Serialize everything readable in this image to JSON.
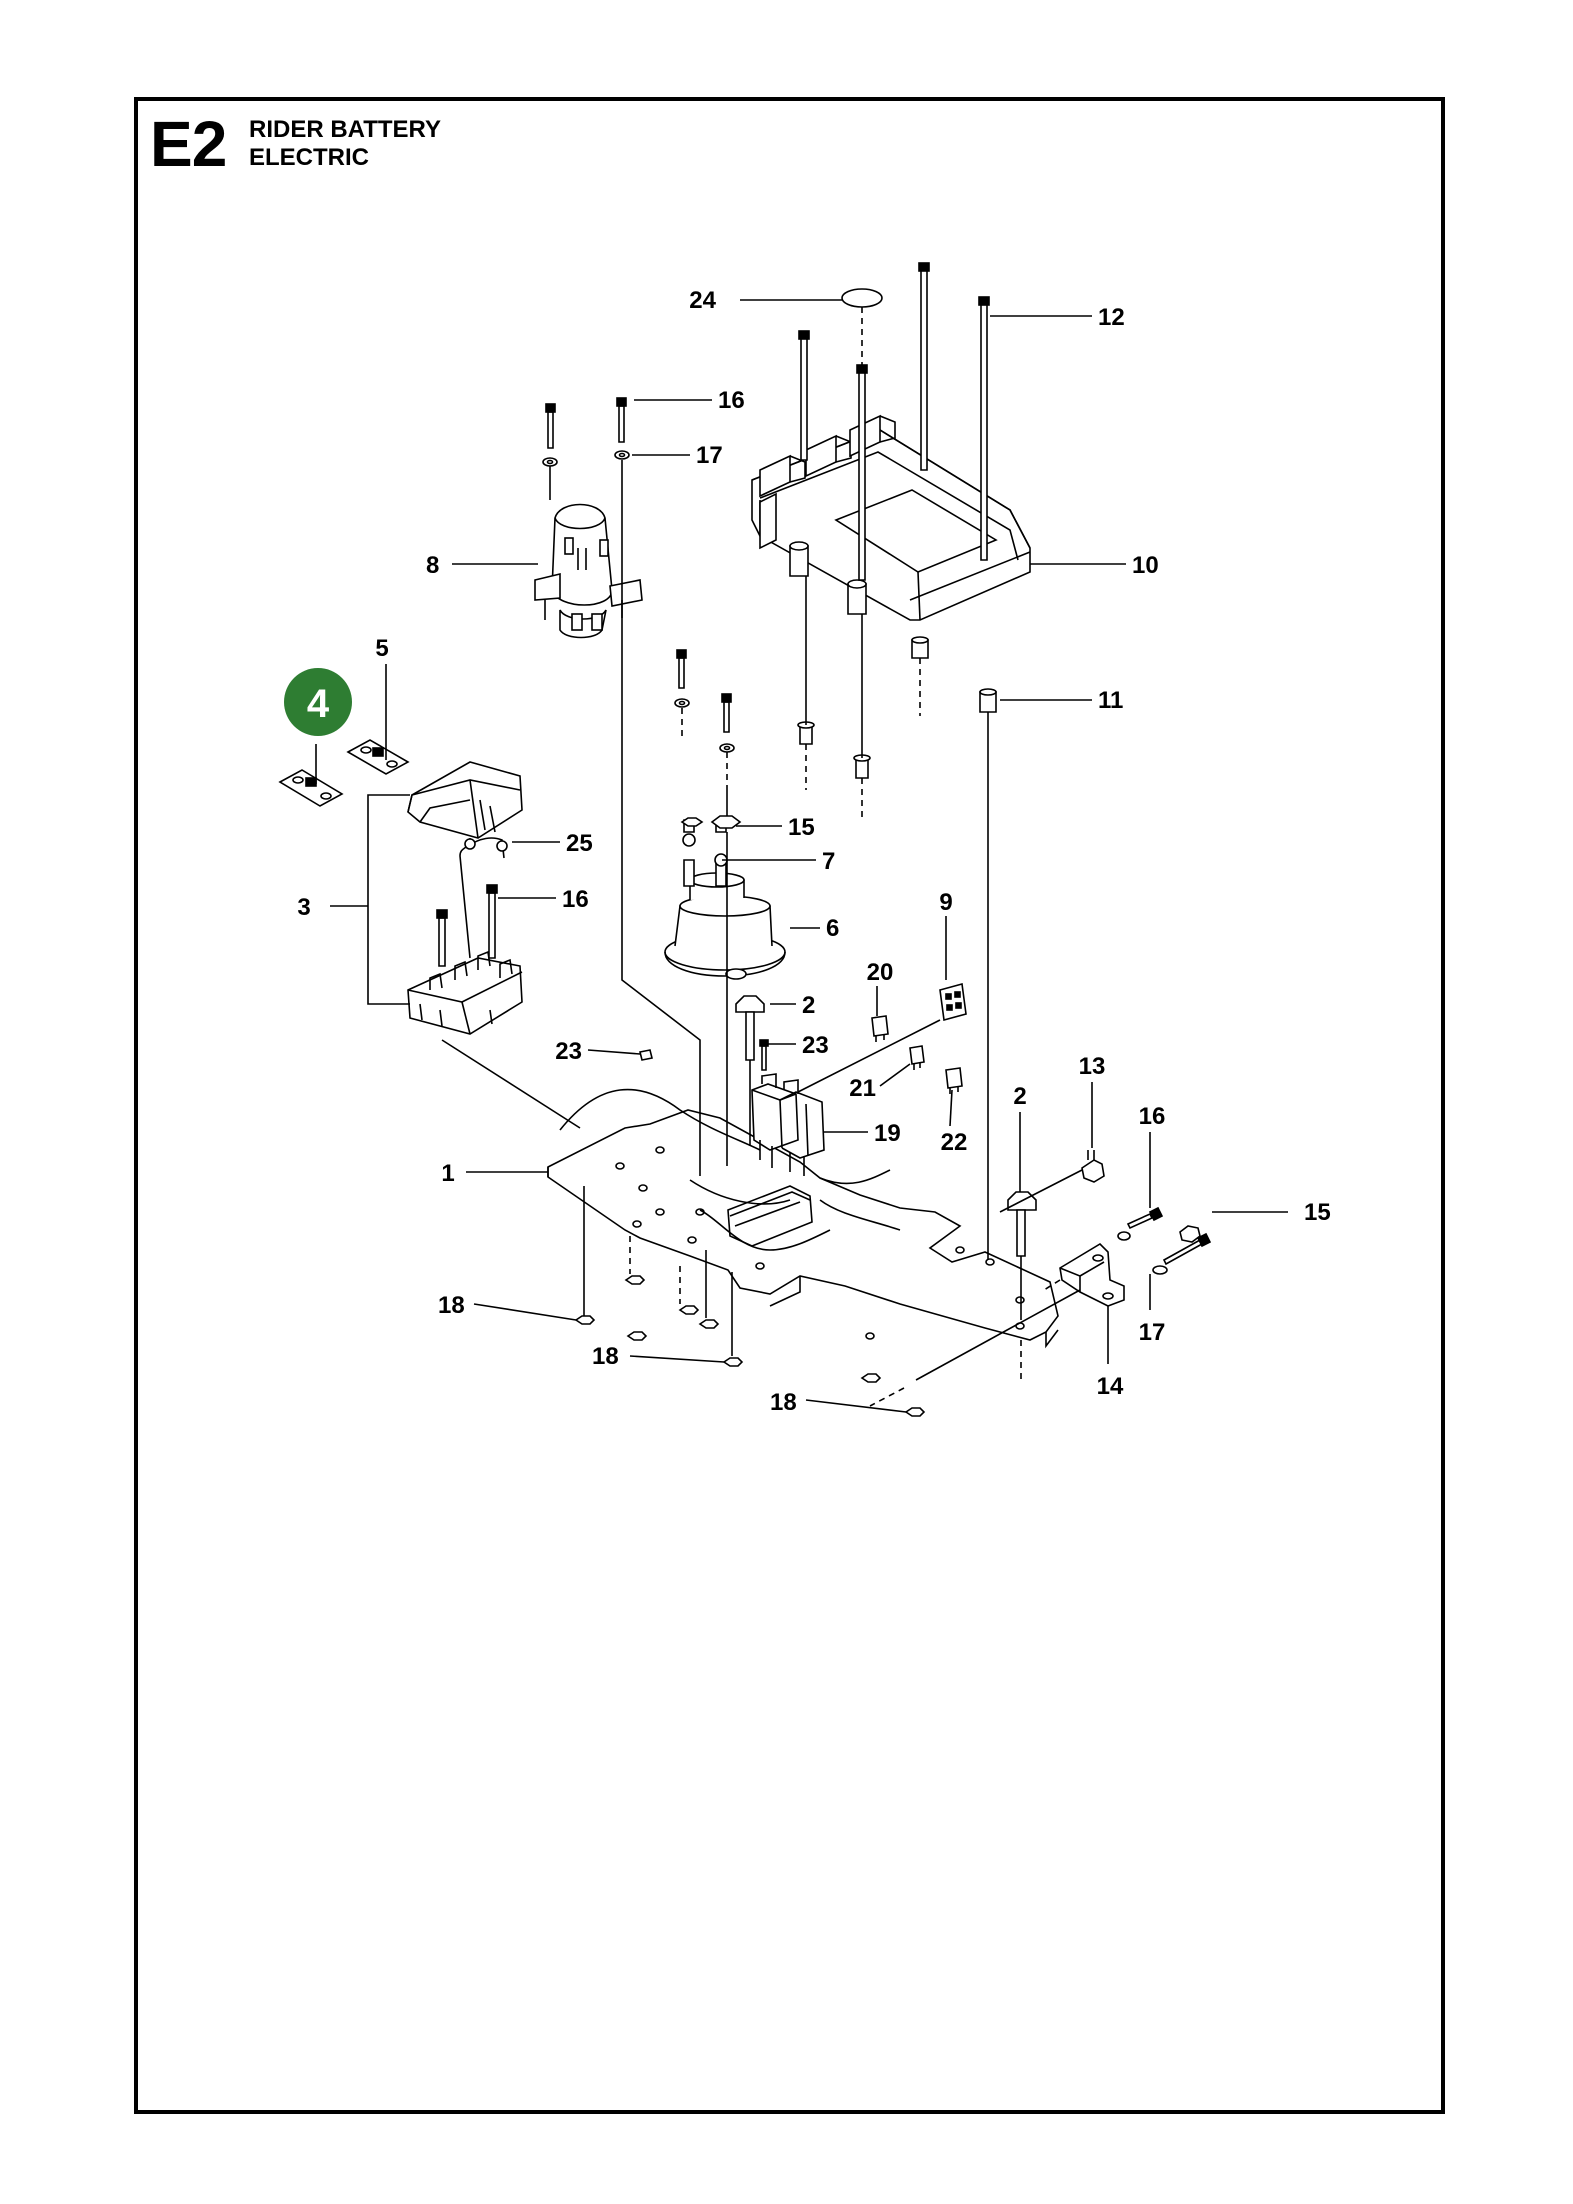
{
  "header": {
    "section_code": "E2",
    "title_line1": "RIDER BATTERY",
    "title_line2": "ELECTRIC"
  },
  "highlight_badge": {
    "number": "4",
    "color": "#2e7d32"
  },
  "callouts": {
    "c1": "1",
    "c2a": "2",
    "c2b": "2",
    "c3": "3",
    "c4": "4",
    "c5": "5",
    "c6": "6",
    "c7": "7",
    "c8": "8",
    "c9": "9",
    "c10": "10",
    "c11": "11",
    "c12": "12",
    "c13": "13",
    "c14": "14",
    "c15a": "15",
    "c15b": "15",
    "c16a": "16",
    "c16b": "16",
    "c16c": "16",
    "c17a": "17",
    "c17b": "17",
    "c18a": "18",
    "c18b": "18",
    "c18c": "18",
    "c19": "19",
    "c20": "20",
    "c21": "21",
    "c22": "22",
    "c23a": "23",
    "c23b": "23",
    "c24": "24",
    "c25": "25"
  }
}
